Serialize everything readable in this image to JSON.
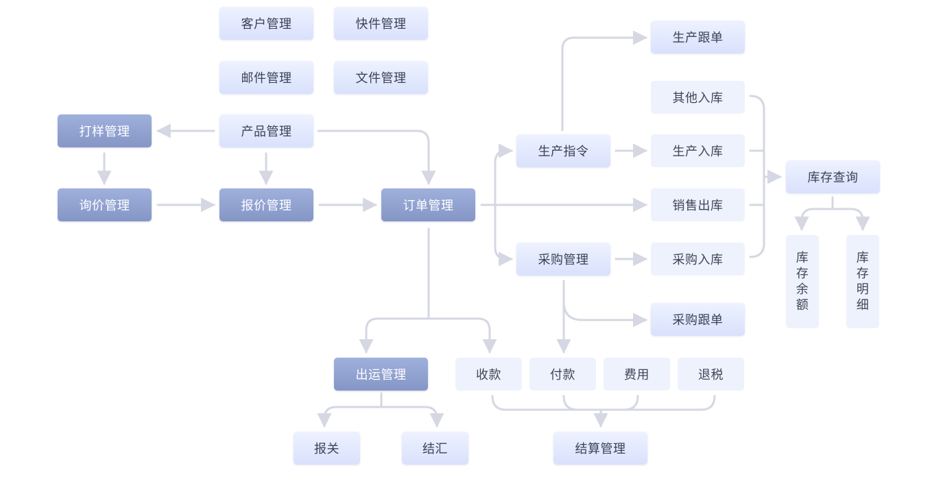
{
  "nodes": {
    "customer": "客户管理",
    "express": "快件管理",
    "mail": "邮件管理",
    "file": "文件管理",
    "sample": "打样管理",
    "product": "产品管理",
    "inquiry": "询价管理",
    "quote": "报价管理",
    "order": "订单管理",
    "prod_order": "生产指令",
    "prod_track": "生产跟单",
    "other_in": "其他入库",
    "prod_in": "生产入库",
    "sales_out": "销售出库",
    "purchase": "采购管理",
    "purchase_in": "采购入库",
    "purchase_track": "采购跟单",
    "stock_query": "库存查询",
    "stock_balance": "库存余额",
    "stock_detail": "库存明细",
    "shipping": "出运管理",
    "customs": "报关",
    "fx": "结汇",
    "receipt": "收款",
    "payment": "付款",
    "expense": "费用",
    "tax_refund": "退税",
    "settlement": "结算管理"
  },
  "colors": {
    "edge": "#d5d7e2",
    "dark_node": "#8c9ccc",
    "light_node": "#dfe6fd",
    "pale_node": "#eef2fd"
  }
}
